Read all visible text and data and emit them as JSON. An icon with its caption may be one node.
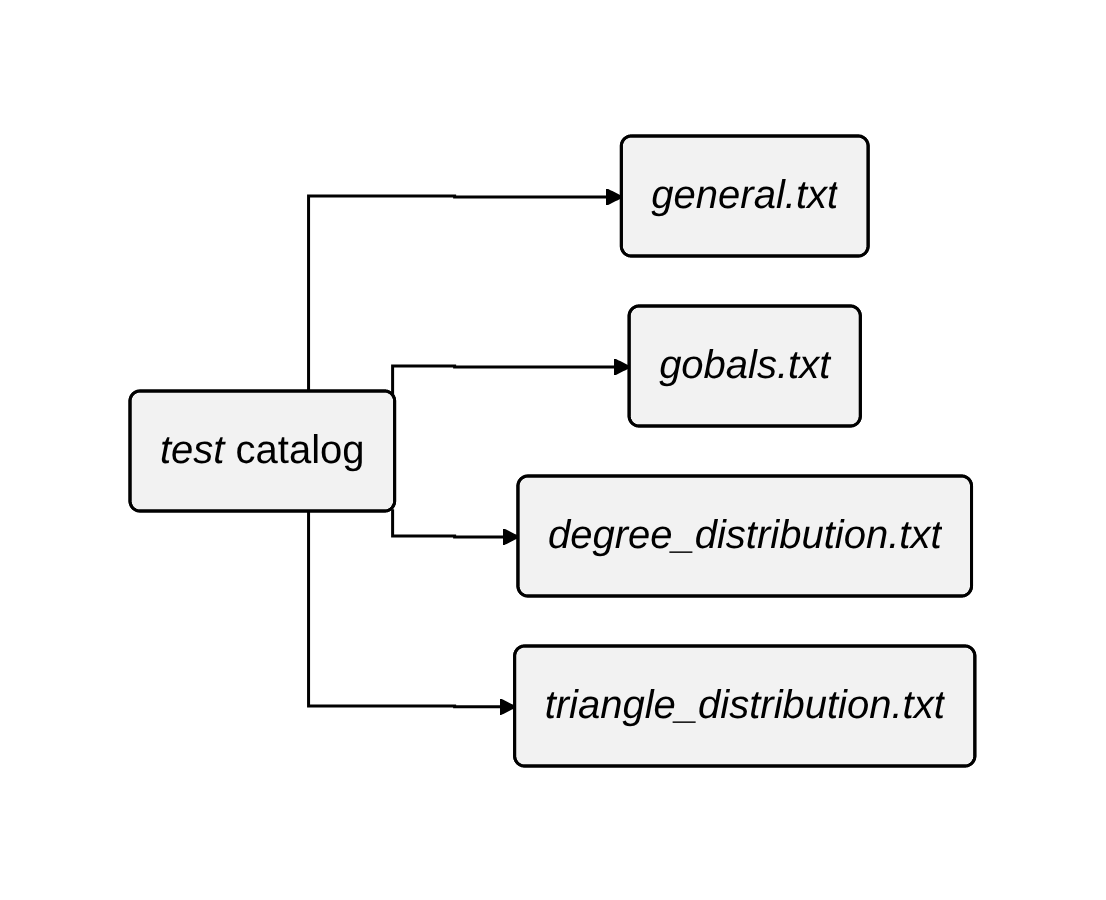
{
  "diagram": {
    "nodes": [
      {
        "text": [
          "*test* catalog"
        ]
      },
      {
        "text": [
          "general.txt"
        ]
      },
      {
        "text": [
          "gobals.txt"
        ]
      },
      {
        "text": [
          "degree_distribution.txt"
        ]
      },
      {
        "text": [
          "triangle_distribution.txt"
        ]
      }
    ],
    "edges": [
      {
        "from": 0,
        "to": 1,
        "arrow": "to"
      },
      {
        "from": 0,
        "to": 2,
        "arrow": "to"
      },
      {
        "from": 0,
        "to": 3,
        "arrow": "to"
      },
      {
        "from": 0,
        "to": 4,
        "arrow": "to"
      }
    ]
  }
}
